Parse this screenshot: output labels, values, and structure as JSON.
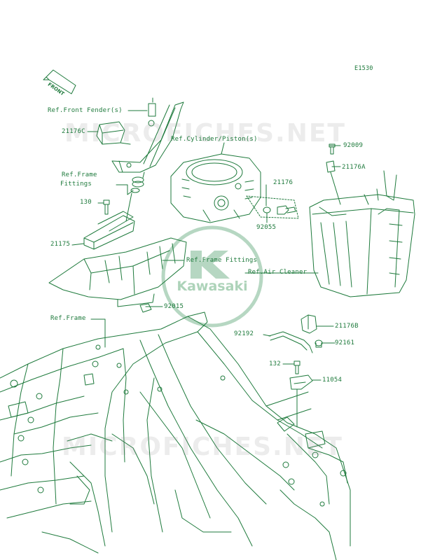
{
  "page_code": "E1530",
  "front_label": "FRONT",
  "watermark": "MICROFICHES.NET",
  "brand_logo": "Kawasaki",
  "colors": {
    "line": "#1e7a3c",
    "watermark": "#9a9a9a",
    "logo": "#2e8b50"
  },
  "labels": {
    "ref_front_fender": "Ref.Front Fender(s)",
    "part_21176c": "21176C",
    "ref_cylinder_piston": "Ref.Cylinder/Piston(s)",
    "part_92009": "92009",
    "part_21176a": "21176A",
    "ref_frame_fittings_1": "Ref.Frame",
    "ref_frame_fittings_2": "Fittings",
    "part_21176": "21176",
    "part_130": "130",
    "part_92055": "92055",
    "part_21175": "21175",
    "ref_frame_fittings_center": "Ref.Frame Fittings",
    "ref_air_cleaner": "Ref.Air Cleaner",
    "part_92015": "92015",
    "ref_frame": "Ref.Frame",
    "part_21176b": "21176B",
    "part_92192": "92192",
    "part_92161": "92161",
    "part_132": "132",
    "part_11054": "11054"
  }
}
